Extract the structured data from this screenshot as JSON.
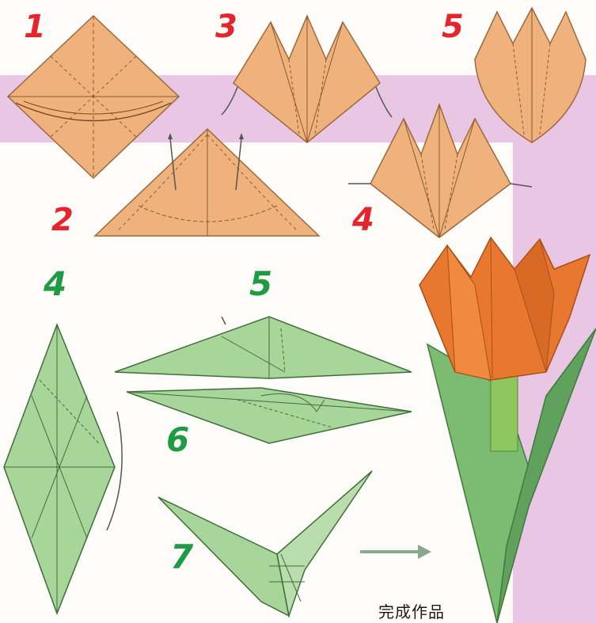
{
  "tulip_steps": {
    "step1": "1",
    "step2": "2",
    "step3": "3",
    "step4": "4",
    "step5": "5"
  },
  "stem_steps": {
    "step4": "4",
    "step5": "5",
    "step6": "6",
    "step7": "7"
  },
  "caption": "完成作品",
  "colors": {
    "orange_paper": "#f0b27c",
    "orange_flower": "#e8782f",
    "green_paper": "#a7d59a",
    "leaf_green": "#6cb56a",
    "band_pink": "#e8c6e4",
    "red_number": "#e4262c",
    "green_number": "#1f9a45"
  }
}
